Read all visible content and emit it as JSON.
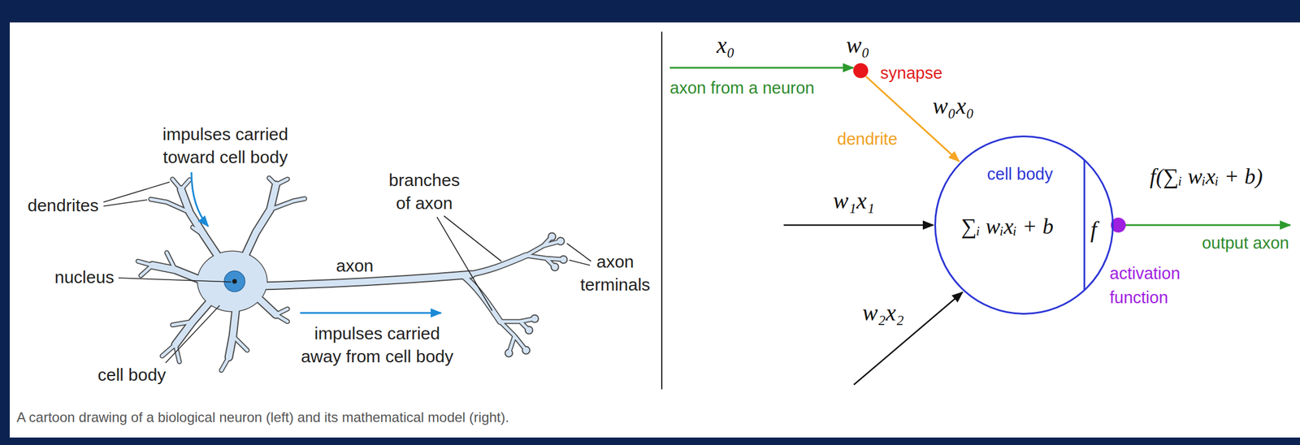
{
  "diagram": {
    "caption": "A cartoon drawing of a biological neuron (left) and its mathematical model (right).",
    "nodes": [
      {
        "text": [
          "cell body",
          "∑ᵢ wᵢxᵢ + b",
          "f"
        ]
      }
    ],
    "labels": [
      "impulses carried toward cell body",
      "dendrites",
      "branches of axon",
      "nucleus",
      "axon",
      "axon terminals",
      "impulses carried away from cell body",
      "cell body",
      "x₀",
      "w₀",
      "synapse",
      "axon from a neuron",
      "w₀x₀",
      "dendrite",
      "w₁x₁",
      "f(∑ᵢ wᵢxᵢ + b)",
      "output axon",
      "activation function",
      "w₂x₂"
    ]
  }
}
